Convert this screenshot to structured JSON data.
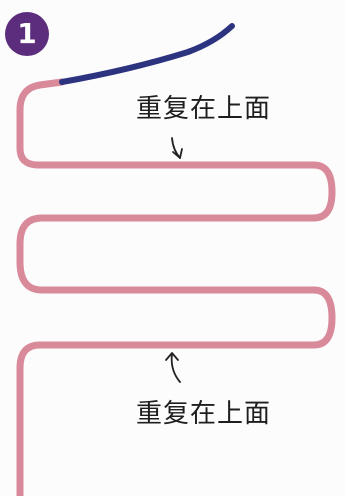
{
  "step": {
    "number": "1",
    "badge_color": "#5b2d7c"
  },
  "annotations": {
    "top_text": "重复在上面",
    "bottom_text": "重复在上面"
  },
  "colors": {
    "cord": "#d98a9a",
    "cord_start": "#2c3480",
    "arrow": "#222222"
  },
  "icons": {
    "top_arrow": "curved-arrow-down-icon",
    "bottom_arrow": "curved-arrow-up-icon"
  }
}
